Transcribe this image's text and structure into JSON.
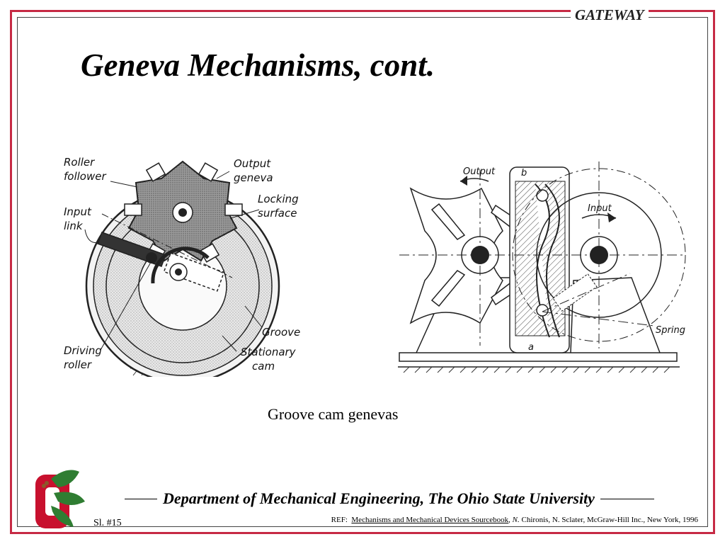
{
  "header": {
    "brand": "GATEWAY"
  },
  "slide": {
    "title": "Geneva Mechanisms, cont.",
    "caption": "Groove cam genevas"
  },
  "left_figure": {
    "labels": {
      "roller_follower_1": "Roller",
      "roller_follower_2": "follower",
      "output_geneva_1": "Output",
      "output_geneva_2": "geneva",
      "locking_surface_1": "Locking",
      "locking_surface_2": "surface",
      "input_link_1": "Input",
      "input_link_2": "link",
      "groove": "Groove",
      "driving_roller_1": "Driving",
      "driving_roller_2": "roller",
      "stationary_cam_1": "Stationary",
      "stationary_cam_2": "cam"
    }
  },
  "right_figure": {
    "labels": {
      "output": "Output",
      "input": "Input",
      "spring": "Spring",
      "b": "b",
      "a": "a"
    }
  },
  "footer": {
    "department": "Department of Mechanical Engineering, The Ohio State University",
    "slide_number": "Sl. #15",
    "ref_prefix": "REF:",
    "ref_book": "Mechanisms and Mechanical Devices Sourcebook",
    "ref_initial": "N.",
    "ref_rest": "Chironis, N. Sclater, McGraw-Hill Inc., New York, 1996"
  },
  "colors": {
    "accent": "#c62a44",
    "logo_red": "#c8102e",
    "logo_leaf": "#2f7d32"
  }
}
